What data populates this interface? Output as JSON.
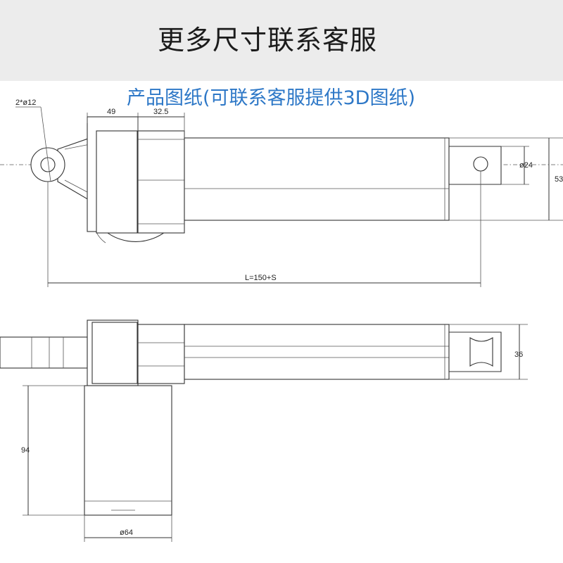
{
  "banner": {
    "title": "更多尺寸联系客服"
  },
  "subtitle": "产品图纸(可联系客服提供3D图纸)",
  "dimensions": {
    "hole": "2*ø12",
    "d49": "49",
    "d32_5": "32.5",
    "d24": "ø24",
    "d53": "53",
    "length": "L=150+S",
    "d36": "36",
    "d94": "94",
    "d64": "ø64"
  },
  "colors": {
    "banner_bg": "#ececec",
    "subtitle": "#2e78c7",
    "line": "#333333"
  }
}
